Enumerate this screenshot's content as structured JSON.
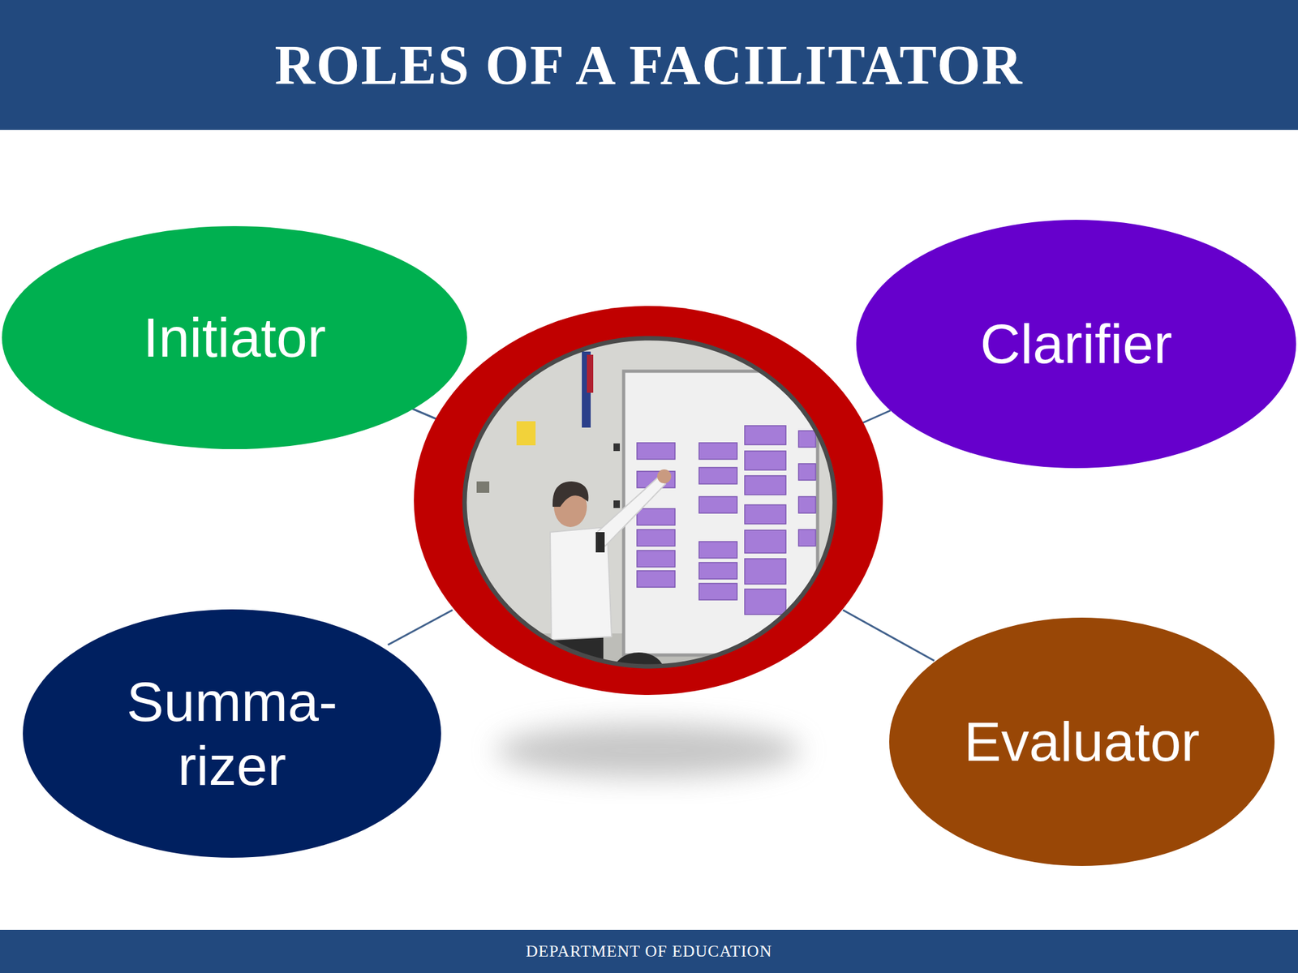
{
  "diagram": {
    "title": "ROLES OF A FACILITATOR",
    "nodes": [
      {
        "text": [
          "Initiator"
        ]
      },
      {
        "text": [
          "Clarifier"
        ]
      },
      {
        "text": [
          "Summa- rizer"
        ]
      },
      {
        "text": [
          "Evaluator"
        ]
      }
    ],
    "labels": [
      "DEPARTMENT OF EDUCATION"
    ]
  }
}
